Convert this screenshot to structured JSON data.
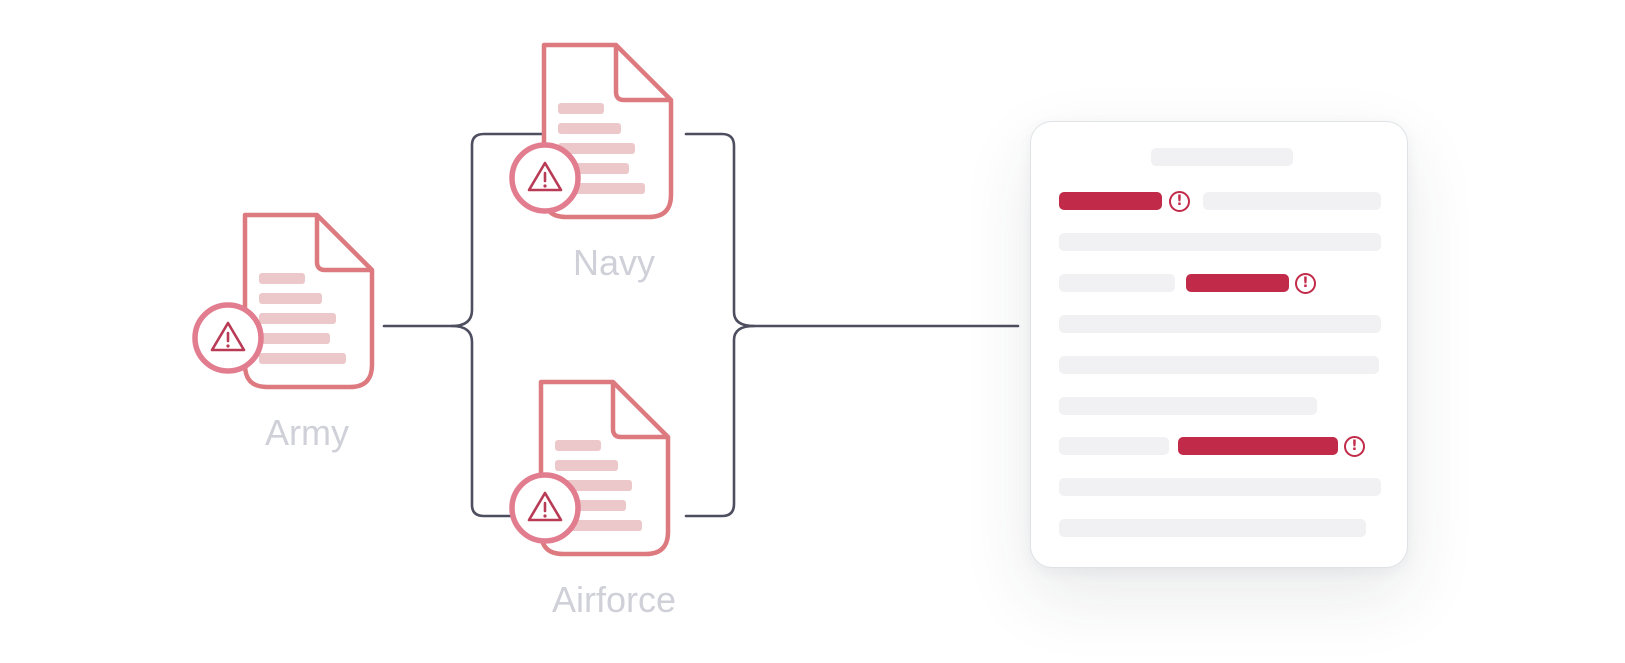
{
  "diagram": {
    "sources": [
      {
        "id": "army",
        "label": "Army"
      },
      {
        "id": "navy",
        "label": "Navy"
      },
      {
        "id": "airforce",
        "label": "Airforce"
      }
    ],
    "document_icon": "document-icon",
    "alert_icon": "warning-triangle-icon",
    "merged_document": {
      "rows": 9,
      "flag_icon": "exclamation-circle-icon",
      "flagged_row_count": 3,
      "flag_glyph": "!"
    }
  },
  "colors": {
    "document_stroke": "#dd7a80",
    "document_lines": "#ecc8ca",
    "badge_ring": "#e27c8f",
    "alert": "#b93a55",
    "connector": "#4d4e5f",
    "label": "#cfd0d8",
    "error_bar": "#c12a48",
    "placeholder_bar": "#f1f1f3",
    "card_border": "#dfe3e6"
  }
}
